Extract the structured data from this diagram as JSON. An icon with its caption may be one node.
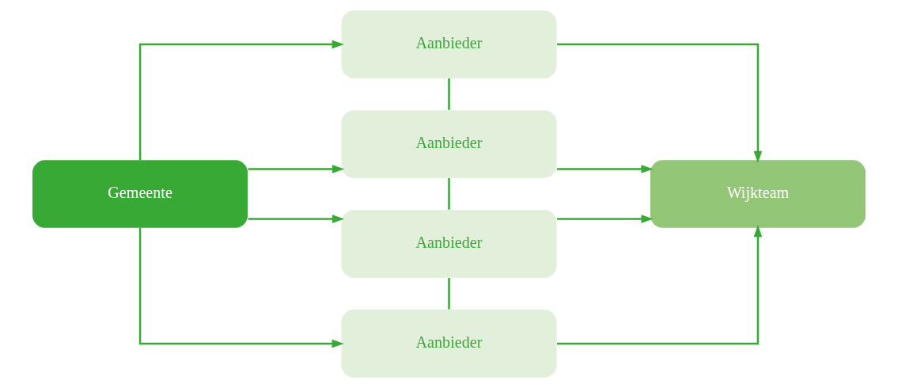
{
  "diagram": {
    "nodes": [
      {
        "text": [
          "Gemeente"
        ]
      },
      {
        "text": [
          "Aanbieder"
        ]
      },
      {
        "text": [
          "Aanbieder"
        ]
      },
      {
        "text": [
          "Aanbieder"
        ]
      },
      {
        "text": [
          "Aanbieder"
        ]
      },
      {
        "text": [
          "Wijkteam"
        ]
      }
    ],
    "edges": [
      {
        "from": 0,
        "to": 1,
        "arrow": "to"
      },
      {
        "from": 0,
        "to": 2,
        "arrow": "to"
      },
      {
        "from": 0,
        "to": 3,
        "arrow": "to"
      },
      {
        "from": 0,
        "to": 4,
        "arrow": "to"
      },
      {
        "from": 1,
        "to": 2,
        "arrow": "none"
      },
      {
        "from": 2,
        "to": 3,
        "arrow": "none"
      },
      {
        "from": 3,
        "to": 4,
        "arrow": "none"
      },
      {
        "from": 1,
        "to": 5,
        "arrow": "to"
      },
      {
        "from": 2,
        "to": 5,
        "arrow": "to"
      },
      {
        "from": 3,
        "to": 5,
        "arrow": "to"
      },
      {
        "from": 4,
        "to": 5,
        "arrow": "to"
      }
    ]
  }
}
